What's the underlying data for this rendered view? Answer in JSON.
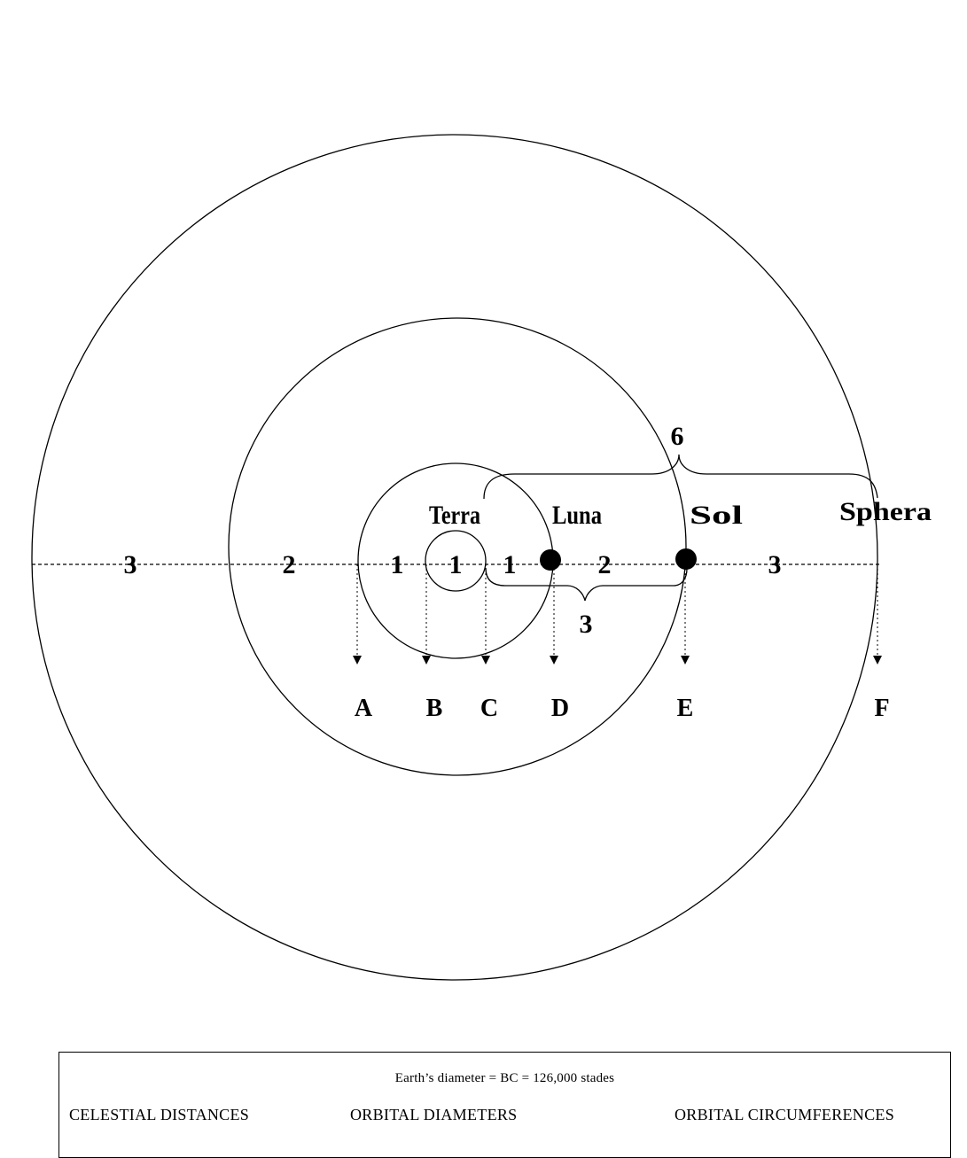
{
  "colors": {
    "stroke": "#000000",
    "background": "#ffffff"
  },
  "diagram": {
    "segment_labels": [
      "3",
      "2",
      "1",
      "1",
      "1",
      "2",
      "3"
    ],
    "body_labels": {
      "terra": "Terra",
      "luna": "Luna",
      "sol": "Sol",
      "sphera": "Sphera"
    },
    "brace_labels": {
      "upper": "6",
      "lower": "3"
    },
    "point_labels": [
      "A",
      "B",
      "C",
      "D",
      "E",
      "F"
    ]
  },
  "legend": {
    "title": "Earth’s diameter = BC = 126,000 stades",
    "columns": [
      "CELESTIAL DISTANCES",
      "ORBITAL DIAMETERS",
      "ORBITAL CIRCUMFERENCES"
    ]
  }
}
